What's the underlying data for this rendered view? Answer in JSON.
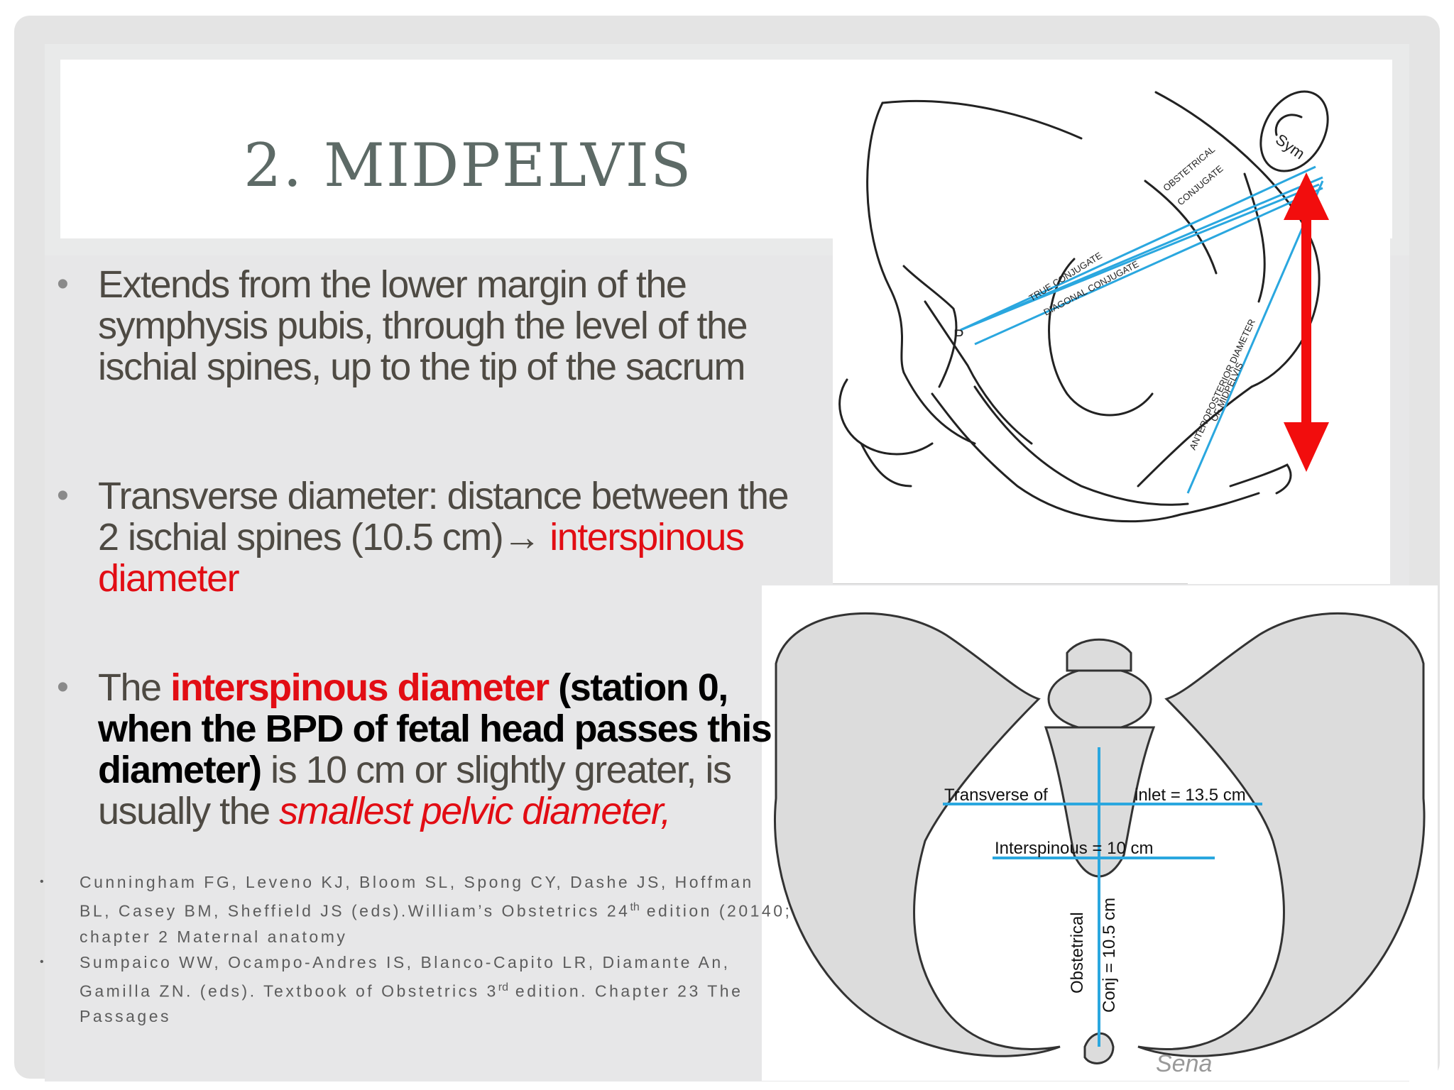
{
  "slide": {
    "title": "2. MIDPELVIS",
    "bullets": [
      {
        "text": "Extends from the lower margin of the symphysis pubis, through the level of the ischial spines, up to the tip of the sacrum"
      },
      {
        "text_before": "Transverse diameter: distance between the 2 ischial spines (10.5 cm)",
        "arrow": "→",
        "red_text": " interspinous diameter"
      },
      {
        "lead": "The ",
        "bold_red": "interspinous diameter",
        "bold_black": " (station 0, when the BPD of fetal head passes this diameter)",
        "plain": " is 10 cm or slightly greater, is usually the ",
        "italic_red": "smallest pelvic diameter,"
      }
    ],
    "references": [
      {
        "before_sup": "Cunningham FG, Leveno KJ, Bloom SL, Spong CY, Dashe JS, Hoffman BL, Casey BM, Sheffield JS (eds).William’s Obstetrics 24",
        "sup": "th",
        "after_sup": " edition (20140; chapter 2 Maternal anatomy"
      },
      {
        "before_sup": "Sumpaico WW, Ocampo-Andres IS, Blanco-Capito LR, Diamante An, Gamilla ZN. (eds). Textbook of Obstetrics 3",
        "sup": "rd",
        "after_sup": " edition. Chapter 23 The Passages"
      }
    ]
  },
  "figure_sagittal": {
    "labels": {
      "sym": "Sym",
      "p": "P",
      "true_conjugate": "TRUE CONJUGATE",
      "diagonal_conjugate": "DIAGONAL CONJUGATE",
      "obstetrical_conjugate_1": "OBSTETRICAL",
      "obstetrical_conjugate_2": "CONJUGATE",
      "ap_midpelvis_1": "ANTEROPOSTERIOR DIAMETER",
      "ap_midpelvis_2": "OF MIDPELVIS"
    },
    "line_color": "#2aa7df",
    "arrow_color": "#f20d0d"
  },
  "figure_pelvis": {
    "labels": {
      "transverse_left": "Transverse of",
      "transverse_right": "inlet = 13.5 cm",
      "interspinous": "Interspinous = 10 cm",
      "obstetrical": "Obstetrical",
      "conj": "Conj = 10.5 cm",
      "signature": "Sena"
    },
    "line_color": "#2aa7df"
  }
}
